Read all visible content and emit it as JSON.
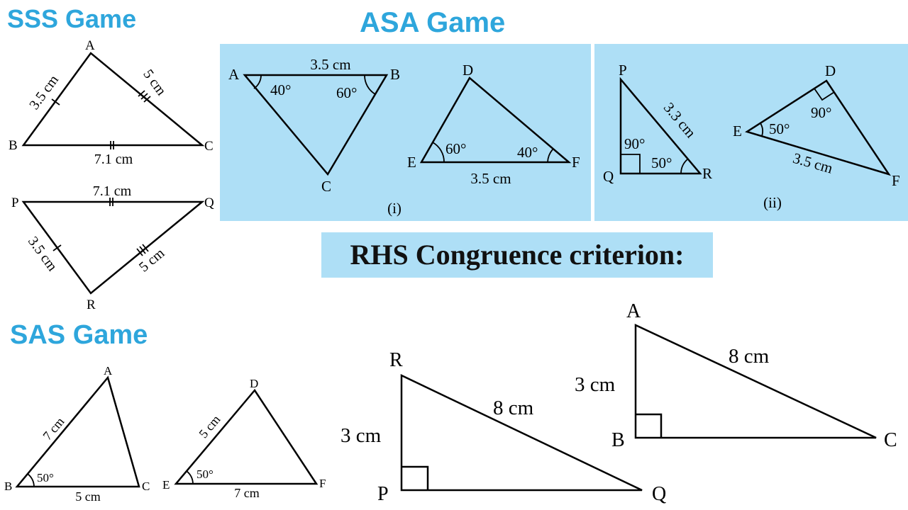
{
  "headings": {
    "sss": "SSS Game",
    "asa": "ASA Game",
    "sas": "SAS Game",
    "rhs": "RHS Congruence criterion:"
  },
  "sss": {
    "t1": {
      "vertices": [
        "A",
        "B",
        "C"
      ],
      "side_ab": "3.5 cm",
      "side_ac": "5 cm",
      "side_bc": "7.1 cm"
    },
    "t2": {
      "vertices": [
        "P",
        "Q",
        "R"
      ],
      "side_pq": "7.1 cm",
      "side_pr": "3.5 cm",
      "side_qr": "5 cm"
    }
  },
  "asa": {
    "fig1": {
      "t1": {
        "vertices": [
          "A",
          "B",
          "C"
        ],
        "side_ab": "3.5 cm",
        "angle_a": "40°",
        "angle_b": "60°"
      },
      "t2": {
        "vertices": [
          "D",
          "E",
          "F"
        ],
        "side_ef": "3.5 cm",
        "angle_e": "60°",
        "angle_f": "40°"
      },
      "caption": "(i)"
    },
    "fig2": {
      "t1": {
        "vertices": [
          "P",
          "Q",
          "R"
        ],
        "side_pr": "3.3 cm",
        "angle_q": "90°",
        "angle_r": "50°"
      },
      "t2": {
        "vertices": [
          "D",
          "E",
          "F"
        ],
        "side_ef": "3.5 cm",
        "angle_d": "90°",
        "angle_e": "50°"
      },
      "caption": "(ii)"
    }
  },
  "sas": {
    "t1": {
      "vertices": [
        "A",
        "B",
        "C"
      ],
      "side_ab": "7 cm",
      "side_bc": "5 cm",
      "angle_b": "50°"
    },
    "t2": {
      "vertices": [
        "D",
        "E",
        "F"
      ],
      "side_de": "5 cm",
      "side_ef": "7 cm",
      "angle_e": "50°"
    }
  },
  "rhs": {
    "t1": {
      "vertices": [
        "R",
        "P",
        "Q"
      ],
      "side_rp": "3 cm",
      "side_rq": "8 cm"
    },
    "t2": {
      "vertices": [
        "A",
        "B",
        "C"
      ],
      "side_ab": "3 cm",
      "side_ac": "8 cm"
    }
  }
}
